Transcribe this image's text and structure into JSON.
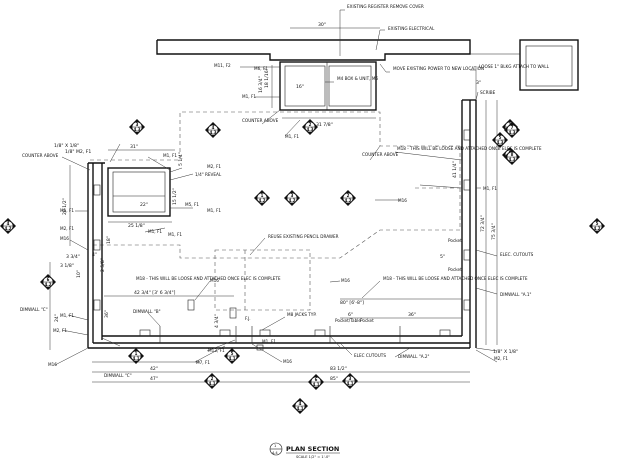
{
  "title": {
    "label": "PLAN SECTION",
    "scale": "SCALE 1/2\" = 1'-0\"",
    "tag_number": "1",
    "tag_sheet": "4.4"
  },
  "notes": {
    "existing_register": "EXISTING REGISTER REMOVE COVER",
    "existing_electrical": "EXISTING ELECTRICAL",
    "move_power": "MOVE EXISTING POWER TO NEW LOCATION",
    "box_unit": "M4 BOX & UNIT, M6",
    "loose_blkg": "LOOSE 1\" BLKG ATTACH TO WALL",
    "scribe": "SCRIBE",
    "counter_above_1": "COUNTER ABOVE",
    "counter_above_2": "COUNTER ABOVE",
    "counter_above_3": "COUNTER ABOVE",
    "m18_top": "M18 - THIS WILL BE LOOSE AND ATTACHED ONCE ELEC IS COMPLETE",
    "m18_left": "M18 - THIS WILL BE LOOSE AND ATTACHED ONCE ELEC IS COMPLETE",
    "m18_right": "M18 - THIS WILL BE LOOSE AND ATTACHED ONCE ELEC IS COMPLETE",
    "reuse_drawer": "REUSE EXISTING PENCIL DRAWER",
    "reveal": "1/4\" REVEAL",
    "elec_cutouts_1": "ELEC. CUTOUTS",
    "elec_cutouts_2": "ELEC CUTOUTS",
    "m8_jacks": "M8 JACKS TYP.",
    "fj": "F.J.",
    "m16_a": "M16",
    "m16_b": "M16",
    "m16_c": "M16",
    "m16_d": "M16",
    "m16_e": "M16",
    "m16_f": "M16"
  },
  "marks": {
    "m11_f2": "M11, F2",
    "m1_f1_a": "M1, F1",
    "m1_f1_b": "M1, F1",
    "m1_f1_c": "M1, F1",
    "m1_f1_d": "M1, F1",
    "m1_f1_e": "M1, F1",
    "m1_f1_f": "M1, F1",
    "m1_f1_g": "M1, F1",
    "m1_f1_h": "M1, F1",
    "m1_f1_i": "M1, F1",
    "m2_f1_a": "M2, F1",
    "m2_f1_b": "M2, F1",
    "m2_f1_c": "M2, F1",
    "m2_f1_d": "M2, F1",
    "m7_f1": "M7, F1",
    "m13_f1": "M13, F1",
    "m5_f1": "M5, F1",
    "m6_f1": "M6, F1",
    "m1_f1_small": "M1, F1"
  },
  "labels": {
    "dimwall_a1": "DIMWALL \"A.1\"",
    "dimwall_a2": "DIMWALL \"A.2\"",
    "dimwall_b": "DIMWALL \"B\"",
    "dimwall_c": "DIMWALL \"C\"",
    "dimwall_c2": "DIMWALL \"C\"",
    "pocket_a": "Pocket",
    "pocket_b": "Pocket",
    "pocket_c": "Pocket/Table",
    "pocket_d": "Pocket"
  },
  "dimensions": {
    "d30": "30\"",
    "d16_3_4": "16 3/4\"",
    "d16": "16\"",
    "d31_7_8": "31 7/8\"",
    "d18_1_16": "18 1/16\"",
    "d31": "31\"",
    "d25_1_8": "25 1/8\"",
    "d22": "22\"",
    "d15_1_2": "15 1/2\"",
    "d5_1_4": "5 1/4\"",
    "d18": "18\"",
    "d1_8x1_8_a": "1/8\" X 1/8\"",
    "d1_8x1_8_b": "1/8\" X 1/8\"",
    "d1_8_m2": "1/8\" M2, F1",
    "d29_1_2": "29 1/2\"",
    "d10": "10\"",
    "d3_1_8": "3 1/8\"",
    "d3_3_4": "3 3/4\"",
    "d42_3_4": "42 3/4\" [3' 6 3/4\"]",
    "d80": "80\" [6'-8\"]",
    "d36": "36\"",
    "d6": "6\"",
    "d36b": "36\"",
    "d4_3_4": "4 3/4\"",
    "d24": "24\"",
    "d42": "42\"",
    "d47": "47\"",
    "d83_1_2": "83 1/2\"",
    "d85": "85\"",
    "d72_3_4": "72 3/4\"",
    "d75_3_4": "75 3/4\"",
    "d41_1_4": "41 1/4\"",
    "d5": "5\"",
    "d3": "3\"",
    "d2_5_8": "2 5/8\"",
    "d4": "4\""
  },
  "section_tags": [
    {
      "top": "3",
      "bottom": "4.3"
    },
    {
      "top": "4",
      "bottom": "4.3"
    },
    {
      "top": "2",
      "bottom": "4.3"
    },
    {
      "top": "1",
      "bottom": "4.3"
    },
    {
      "top": "6",
      "bottom": "4.3"
    },
    {
      "top": "5",
      "bottom": "4.3"
    },
    {
      "top": "1",
      "bottom": "4.2"
    },
    {
      "top": "2",
      "bottom": "4.2"
    },
    {
      "top": "3",
      "bottom": "4.2"
    },
    {
      "top": "4",
      "bottom": "4.2"
    },
    {
      "top": "5",
      "bottom": "4.2"
    },
    {
      "top": "6",
      "bottom": "4.2"
    },
    {
      "top": "1",
      "bottom": "4.1"
    },
    {
      "top": "2",
      "bottom": "4.1"
    },
    {
      "top": "3",
      "bottom": "4.1"
    },
    {
      "top": "4",
      "bottom": "4.1"
    },
    {
      "top": "5",
      "bottom": "4.1"
    },
    {
      "top": "6",
      "bottom": "4.1"
    },
    {
      "top": "7",
      "bottom": "4.3"
    },
    {
      "top": "8",
      "bottom": "4.3"
    }
  ]
}
